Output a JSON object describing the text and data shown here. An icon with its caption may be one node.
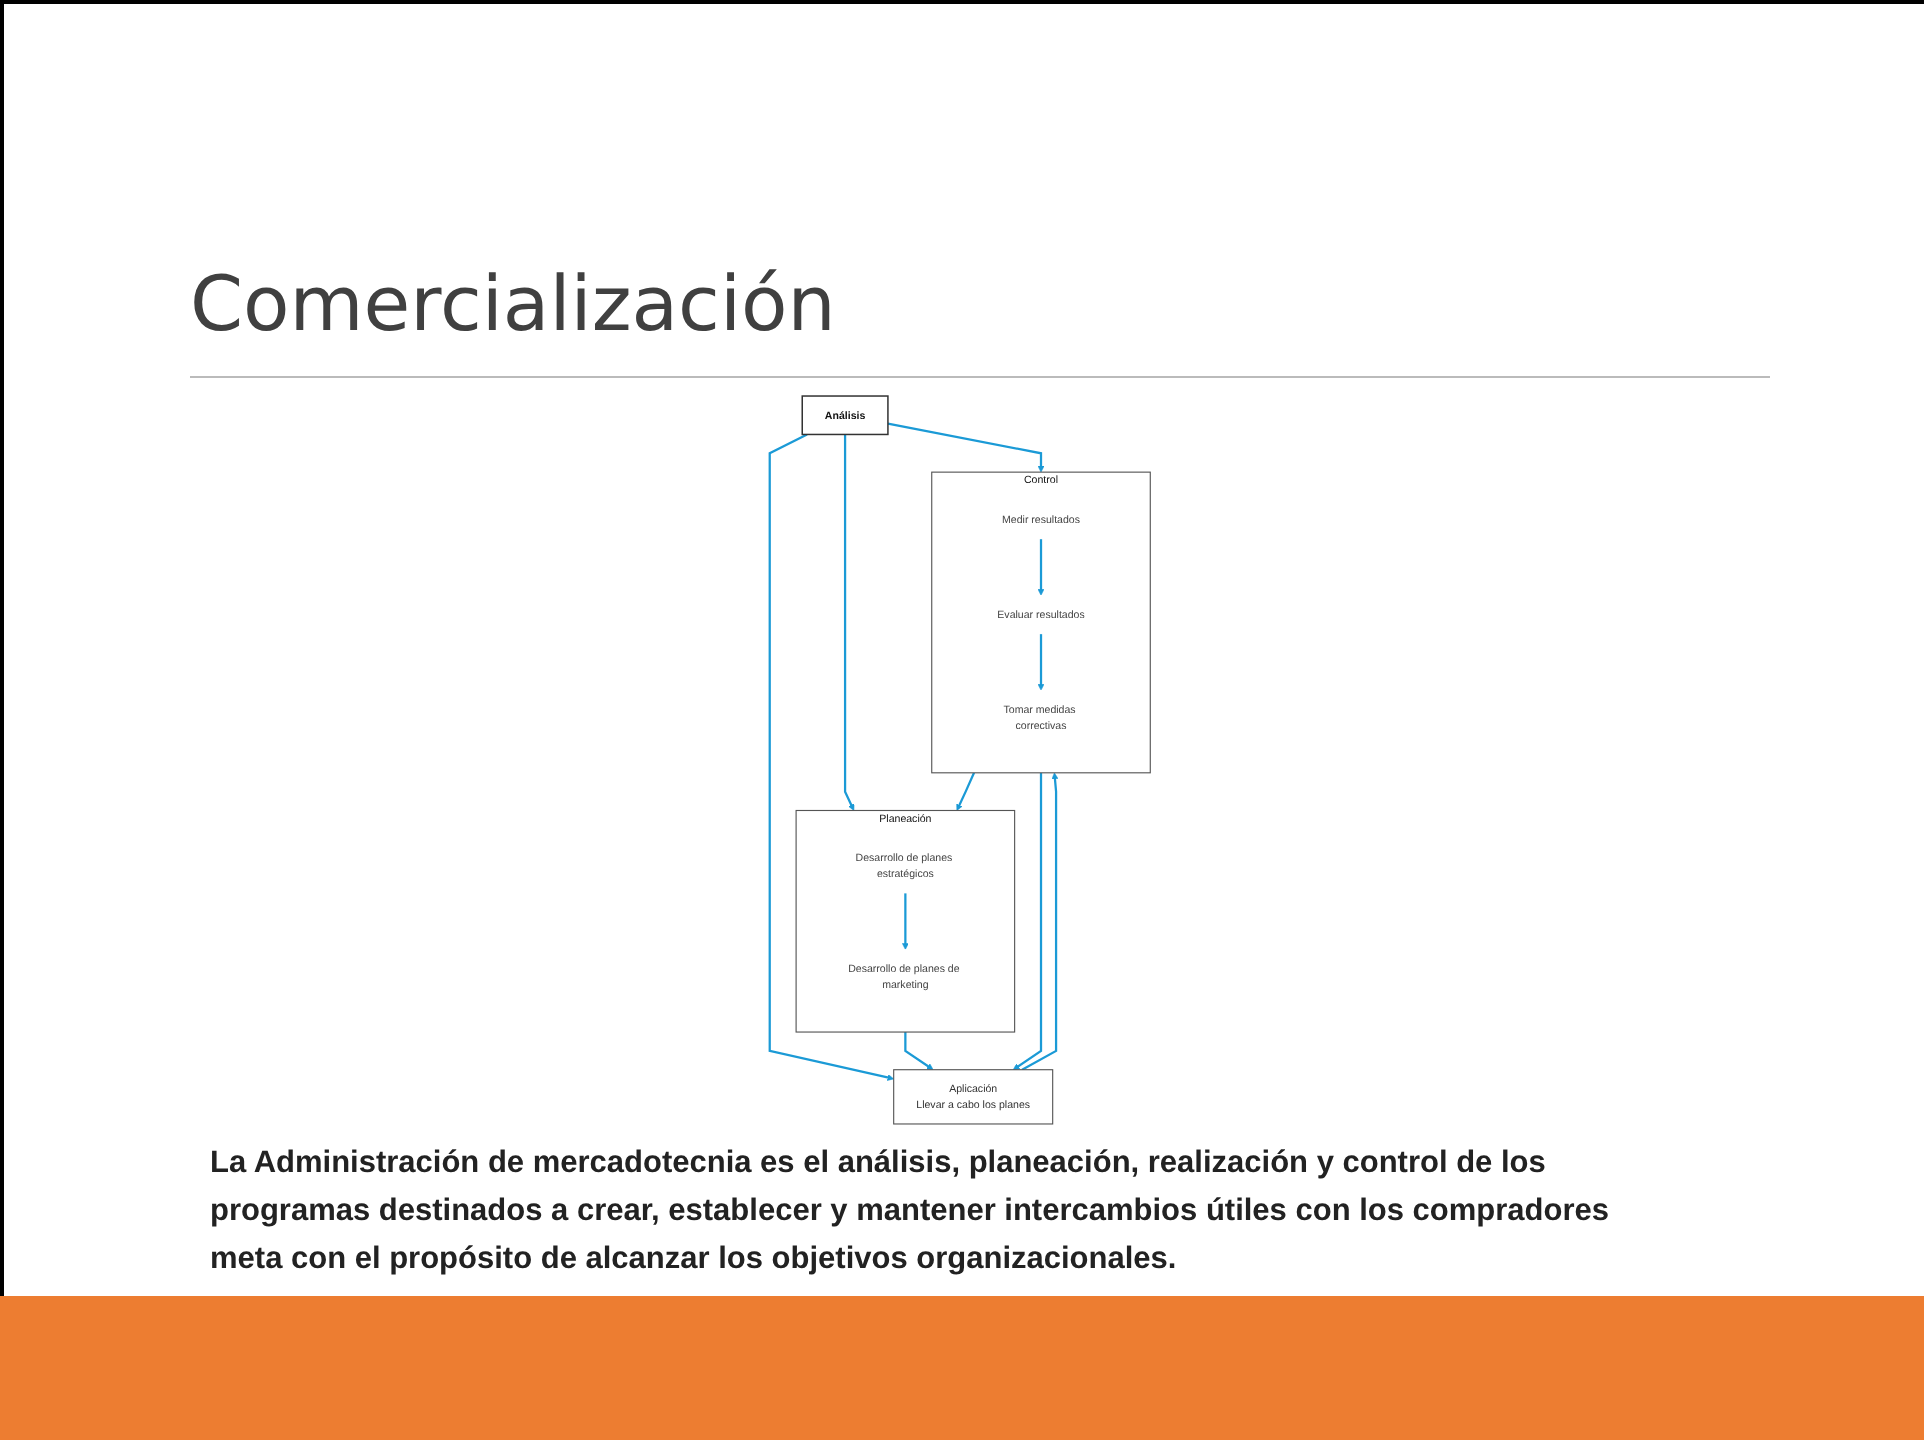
{
  "diagram": {
    "title": "Comercialización",
    "nodes": [
      {
        "text": [
          "Análisis"
        ]
      },
      {
        "text": [
          "Planeación"
        ]
      },
      {
        "text": [
          "Desarrollo de planes estratégicos"
        ],
        "in": 1
      },
      {
        "text": [
          "Desarrollo de planes de marketing"
        ],
        "in": 1
      },
      {
        "text": [
          "Aplicación",
          "Llevar a cabo los planes"
        ]
      },
      {
        "text": [
          "Control"
        ]
      },
      {
        "text": [
          "Medir resultados"
        ],
        "in": 5
      },
      {
        "text": [
          "Evaluar resultados"
        ],
        "in": 5
      },
      {
        "text": [
          "Tomar medidas correctivas"
        ],
        "in": 5
      }
    ],
    "edges": [
      {
        "from": 0,
        "to": 1,
        "arrow": "to"
      },
      {
        "from": 0,
        "to": 4,
        "arrow": "to"
      },
      {
        "from": 0,
        "to": 5,
        "arrow": "to"
      },
      {
        "from": 2,
        "to": 3,
        "arrow": "to"
      },
      {
        "from": 1,
        "to": 4,
        "arrow": "to"
      },
      {
        "from": 4,
        "to": 5,
        "arrow": "to"
      },
      {
        "from": 6,
        "to": 7,
        "arrow": "to"
      },
      {
        "from": 7,
        "to": 8,
        "arrow": "to"
      },
      {
        "from": 5,
        "to": 4,
        "arrow": "to"
      },
      {
        "from": 5,
        "to": 1,
        "arrow": "to"
      }
    ],
    "caption": "La Administración de mercadotecnia es el análisis, planeación, realización y control de los programas destinados a crear, establecer y mantener intercambios útiles con los compradores meta con el propósito de alcanzar los objetivos organizacionales."
  }
}
